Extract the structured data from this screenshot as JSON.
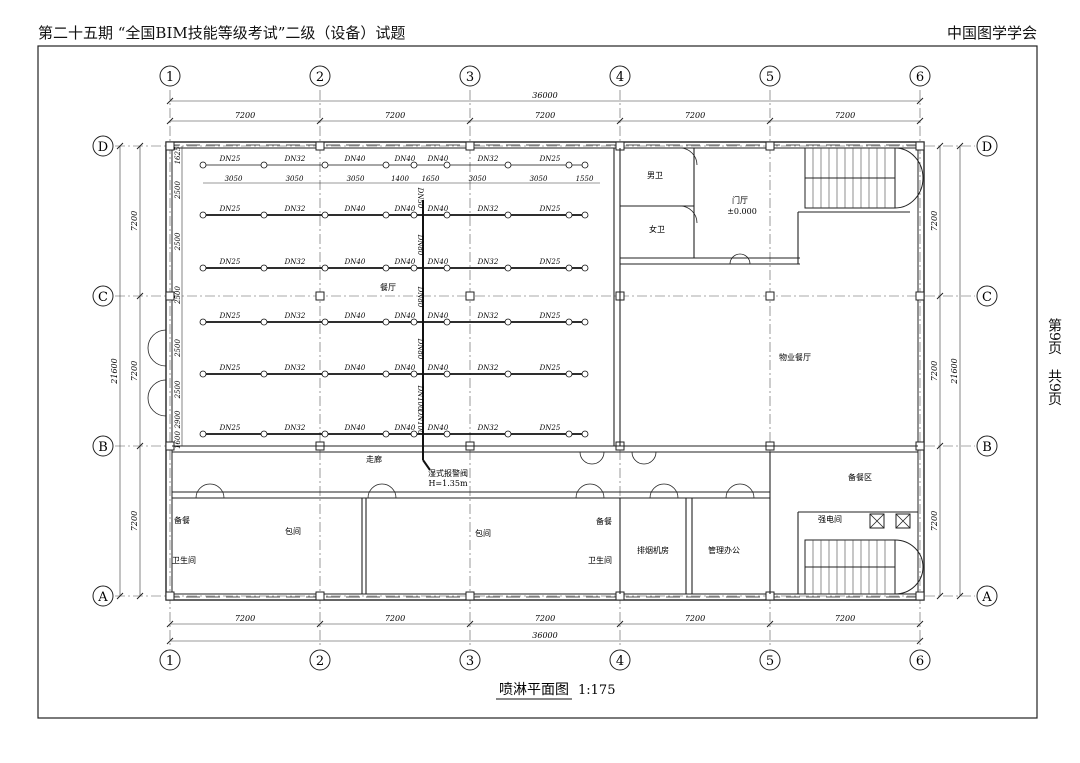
{
  "header": {
    "left": "第二十五期 “全国BIM技能等级考试”二级（设备）试题",
    "right": "中国图学学会"
  },
  "side_note": {
    "page_label": "第9页",
    "total_label": "共9页"
  },
  "drawing": {
    "title": "喷淋平面图",
    "scale": "1:175",
    "axes_numbers": [
      "1",
      "2",
      "3",
      "4",
      "5",
      "6"
    ],
    "axes_letters": [
      "D",
      "C",
      "B",
      "A"
    ],
    "bay_dims_top": [
      "7200",
      "7200",
      "7200",
      "7200",
      "7200"
    ],
    "total_top": "36000",
    "bay_dims_bottom": [
      "7200",
      "7200",
      "7200",
      "7200",
      "7200"
    ],
    "total_bottom": "36000",
    "left_dims": [
      "7200",
      "7200",
      "7200"
    ],
    "left_total": "21600",
    "right_dims": [
      "7200",
      "7200",
      "7200"
    ],
    "right_total": "21600",
    "sprinkler_spacing": [
      "3050",
      "3050",
      "3050",
      "1400",
      "1650",
      "3050",
      "3050",
      "1550"
    ],
    "row_spacing": [
      "1625",
      "2500",
      "2500",
      "2500",
      "2500",
      "2500",
      "2900",
      "1600"
    ],
    "branch_labels": [
      "DN25",
      "DN32",
      "DN40",
      "DN40",
      "DN40",
      "DN32",
      "DN25"
    ],
    "main_labels": [
      "DN50",
      "DN80",
      "DN80",
      "DN80",
      "DN100",
      "DN100"
    ],
    "rooms": {
      "men_toilet": "男卫",
      "women_toilet": "女卫",
      "lobby": "门厅",
      "elevation": "±0.000",
      "restaurant": "餐厅",
      "business_restaurant": "物业餐厅",
      "corridor": "走廊",
      "alarm_valve": "湿式报警阀",
      "alarm_height": "H=1.35m",
      "private_room_1": "包间",
      "private_room_2": "包间",
      "prep_1": "备餐",
      "prep_2": "备餐",
      "restroom_1": "卫生间",
      "restroom_2": "卫生间",
      "fan_room": "排烟机房",
      "office": "管理办公",
      "prep_area": "备餐区",
      "pump_room": "强电间"
    }
  }
}
